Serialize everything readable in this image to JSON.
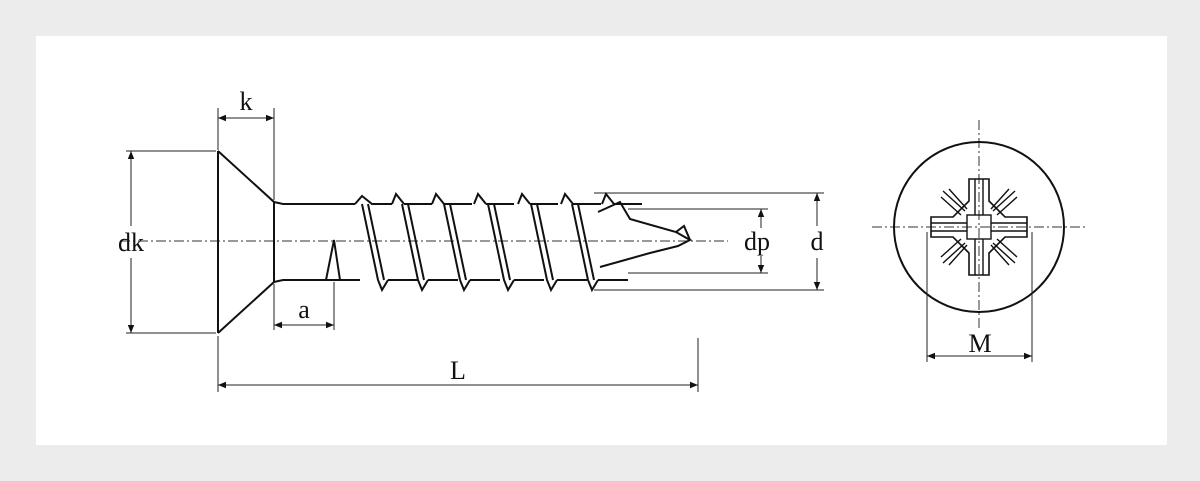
{
  "labels": {
    "k": "k",
    "dk": "dk",
    "a": "a",
    "L": "L",
    "dp": "dp",
    "d": "d",
    "M": "M"
  },
  "colors": {
    "background": "#ececec",
    "panel": "#ffffff",
    "line": "#111111"
  }
}
